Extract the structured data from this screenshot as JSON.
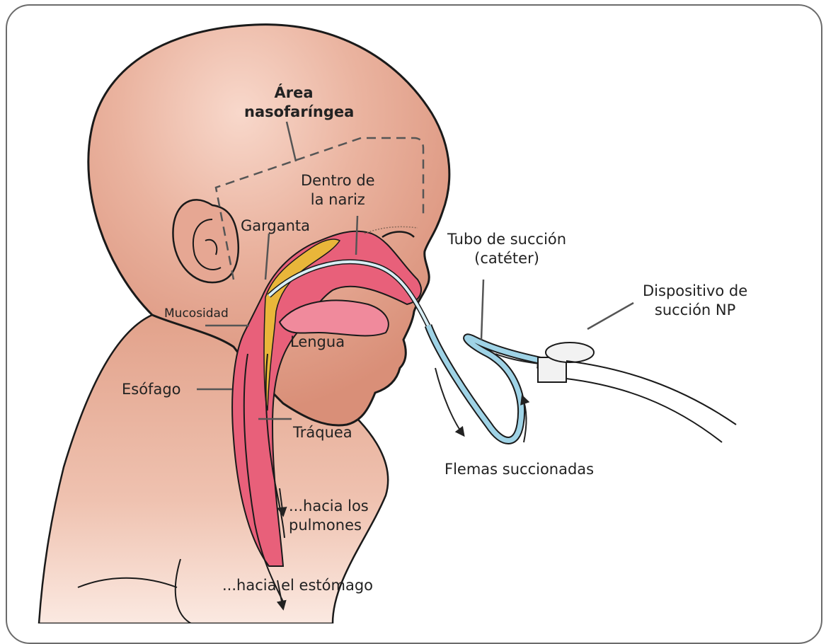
{
  "labels": {
    "area_line1": "Área",
    "area_line2": "nasofaríngea",
    "inside_nose_line1": "Dentro de",
    "inside_nose_line2": "la nariz",
    "throat": "Garganta",
    "mucus": "Mucosidad",
    "tongue": "Lengua",
    "esophagus": "Esófago",
    "trachea": "Tráquea",
    "to_lungs_line1": "...hacia los",
    "to_lungs_line2": "pulmones",
    "to_stomach": "...hacia el estómago",
    "suction_tube_line1": "Tubo de succión",
    "suction_tube_line2": "(catéter)",
    "device_line1": "Dispositivo de",
    "device_line2": "succión NP",
    "suctioned_phlegm": "Flemas succionadas"
  },
  "colors": {
    "skin": "#e8ad98",
    "skin_light": "#f6d2c3",
    "outline": "#1a1a1a",
    "airway": "#e8607a",
    "mucus": "#e9b63a",
    "catheter": "#9fd3e6",
    "frame": "#6b6b6b"
  }
}
